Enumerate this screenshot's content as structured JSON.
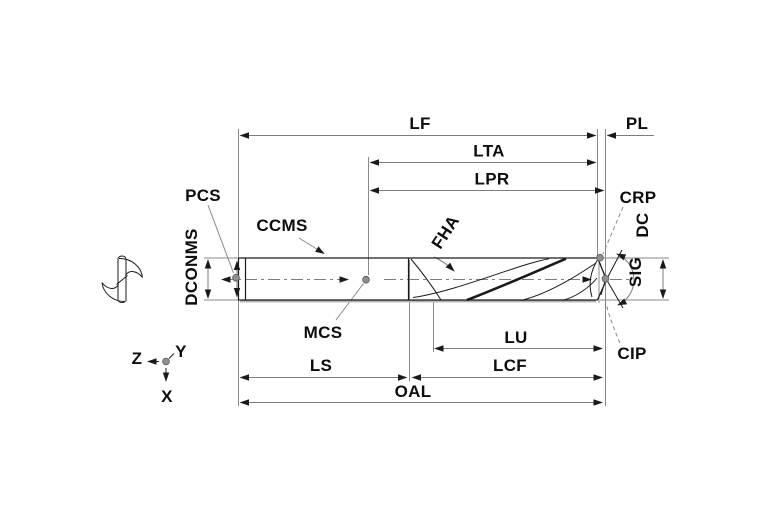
{
  "diagram": {
    "type": "drill-tool-dimension-drawing",
    "dimension_labels": {
      "lf": "LF",
      "pl": "PL",
      "lta": "LTA",
      "lpr": "LPR",
      "dconms": "DCONMS",
      "dc": "DC",
      "sig": "SIG",
      "fha": "FHA",
      "lu": "LU",
      "ls": "LS",
      "lcf": "LCF",
      "oal": "OAL"
    },
    "reference_point_labels": {
      "pcs": "PCS",
      "ccms": "CCMS",
      "mcs": "MCS",
      "crp": "CRP",
      "cip": "CIP"
    },
    "axis_labels": {
      "z": "Z",
      "y": "Y",
      "x": "X"
    },
    "colors": {
      "background": "#ffffff",
      "outline": "#1a1a1a",
      "dimension_line": "#7d7d7d",
      "label_text": "#0d0d0d",
      "reference_dot": "#8f8f8f",
      "shadow_edge": "#b3b3b3"
    }
  }
}
